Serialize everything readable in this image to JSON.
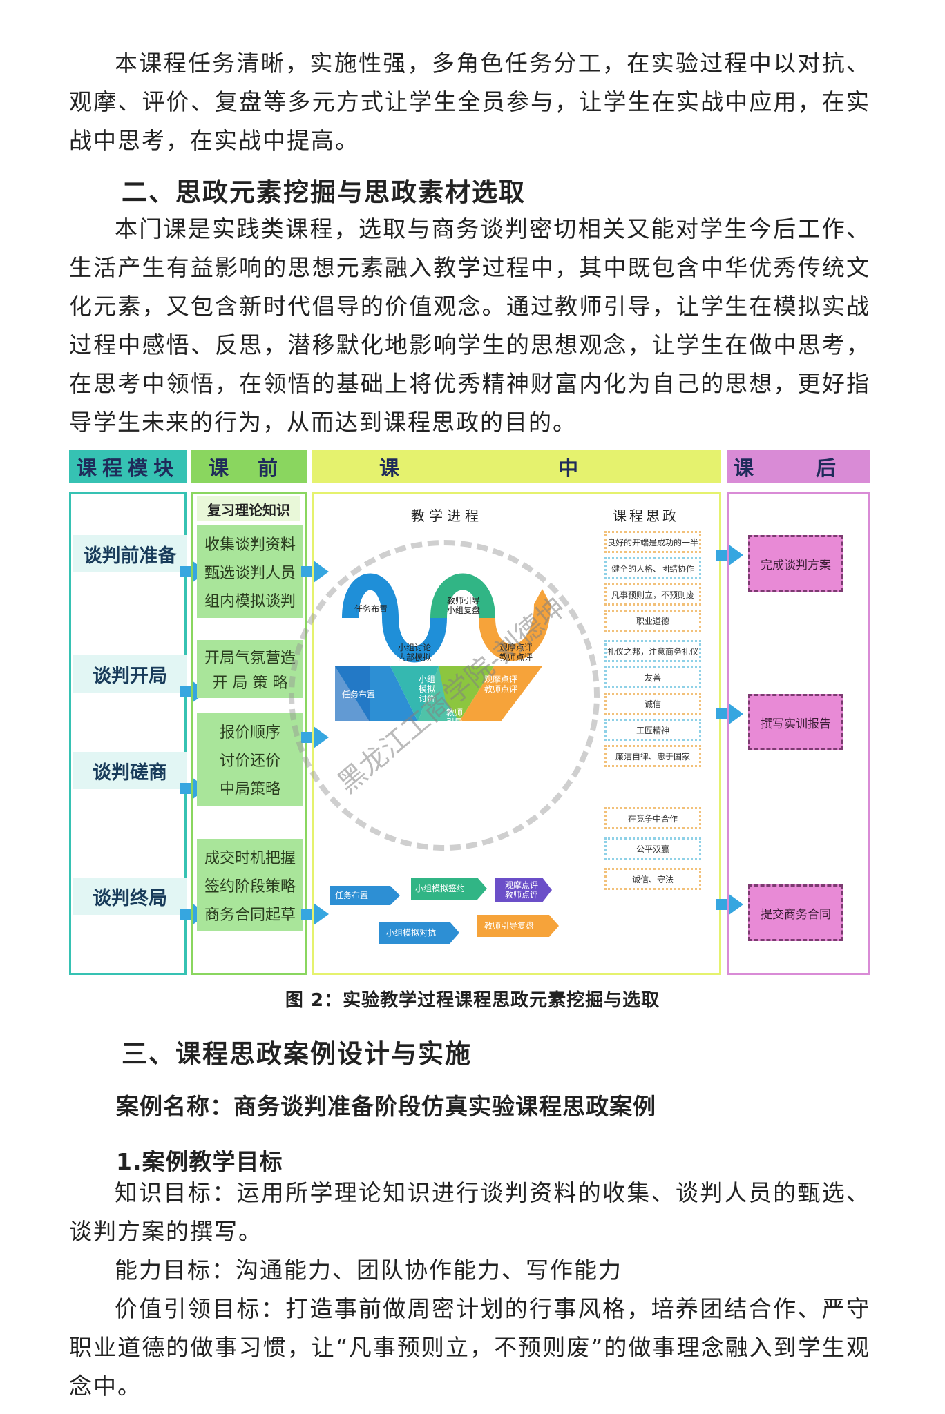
{
  "paragraph_1": "本课程任务清晰，实施性强，多角色任务分工，在实验过程中以对抗、观摩、评价、复盘等多元方式让学生全员参与，让学生在实战中应用，在实战中思考，在实战中提高。",
  "section_2_title": "二、思政元素挖掘与思政素材选取",
  "paragraph_2": "本门课是实践类课程，选取与商务谈判密切相关又能对学生今后工作、生活产生有益影响的思想元素融入教学过程中，其中既包含中华优秀传统文化元素，又包含新时代倡导的价值观念。通过教师引导，让学生在模拟实战过程中感悟、反思，潜移默化地影响学生的思想观念，让学生在做中思考，在思考中领悟，在领悟的基础上将优秀精神财富内化为自己的思想，更好指导学生未来的行为，从而达到课程思政的目的。",
  "diagram": {
    "headers": {
      "module": "课程模块",
      "pre": "课 前",
      "mid": "课 中",
      "post": "课 后"
    },
    "mid_sub": {
      "process": "教学进程",
      "ideology": "课程思政"
    },
    "pre_title": "复习理论知识",
    "stages": [
      {
        "name": "谈判前准备",
        "pre_items": [
          "收集谈判资料",
          "甄选谈判人员",
          "组内模拟谈判"
        ]
      },
      {
        "name": "谈判开局",
        "pre_items": [
          "开局气氛营造",
          "开 局 策 略"
        ]
      },
      {
        "name": "谈判磋商",
        "pre_items": [
          "报价顺序",
          "讨价还价",
          "中局策略"
        ]
      },
      {
        "name": "谈判终局",
        "pre_items": [
          "成交时机把握",
          "签约阶段策略",
          "商务合同起草"
        ]
      }
    ],
    "process_labels": {
      "wave": [
        "任务布置",
        "小组讨论 内部模拟",
        "教师引导 小组复盘",
        "观摩点评 教师点评"
      ],
      "w_shape": [
        "任务布置",
        "小组 模拟 讨价",
        "教师 引导 复盘",
        "观摩点评 教师点评"
      ],
      "final": [
        "任务布置",
        "小组模拟签约",
        "观摩点评 教师点评",
        "小组模拟对抗",
        "教师引导复盘"
      ]
    },
    "ideology_items": [
      "良好的开端是成功的一半",
      "健全的人格、团结协作",
      "凡事预则立，不预则废",
      "职业道德",
      "礼仪之邦，注意商务礼仪",
      "友善",
      "诚信",
      "工匠精神",
      "廉洁自律、忠于国家",
      "在竞争中合作",
      "公平双赢",
      "诚信、守法"
    ],
    "post_items": [
      "完成谈判方案",
      "撰写实训报告",
      "提交商务合同"
    ],
    "watermark": "黑龙江工商学院-刘德坤",
    "colors": {
      "teal": "#36c2b3",
      "green": "#8ad65f",
      "yellow_green": "#e5f26e",
      "pink": "#d98bd6",
      "arrow_blue": "#36a6e0"
    }
  },
  "caption": "图 2：实验教学过程课程思政元素挖掘与选取",
  "section_3_title": "三、课程思政案例设计与实施",
  "case_name": "案例名称：商务谈判准备阶段仿真实验课程思政案例",
  "sub_1_title": "1.案例教学目标",
  "goal_knowledge": "知识目标：运用所学理论知识进行谈判资料的收集、谈判人员的甄选、谈判方案的撰写。",
  "goal_ability": "能力目标：沟通能力、团队协作能力、写作能力",
  "goal_value": "价值引领目标：打造事前做周密计划的行事风格，培养团结合作、严守职业道德的做事习惯，让“凡事预则立，不预则废”的做事理念融入到学生观念中。"
}
